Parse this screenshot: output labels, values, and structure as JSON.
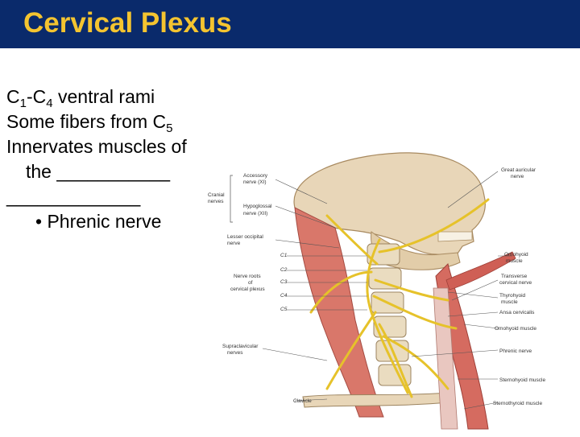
{
  "slide": {
    "title": "Cervical Plexus",
    "accent_color": "#f4c430",
    "title_bar_color": "#0a2a6b"
  },
  "bullets": {
    "line1": {
      "c_a": "C",
      "sub_a": "1",
      "dash": "-C",
      "sub_b": "4",
      "rest": " ventral rami"
    },
    "line2": {
      "text": "Some fibers from C",
      "sub": "5"
    },
    "line3": {
      "text": "Innervates muscles of"
    },
    "line4": {
      "text": "the ___________"
    },
    "line5": {
      "text": "_____________"
    },
    "line6": {
      "bullet": "•",
      "text": "Phrenic nerve"
    }
  },
  "figure": {
    "labels_left": {
      "accessory": "Accessory",
      "accessory2": "nerve (XI)",
      "cranial": "Cranial",
      "cranial2": "nerves",
      "hypoglossal": "Hypoglossal",
      "hypoglossal2": "nerve (XII)",
      "lesser_occipital": "Lesser occipital",
      "lesser_occipital2": "nerve",
      "nerve_roots": "Nerve roots",
      "nerve_roots2": "of",
      "nerve_roots3": "cervical plexus",
      "supraclavicular": "Supraclavicular",
      "supraclavicular2": "nerves",
      "clavicle": "Clavicle"
    },
    "c_levels": [
      "C1",
      "C2",
      "C3",
      "C4",
      "C5"
    ],
    "labels_right": {
      "great_auricular": "Great auricular",
      "great_auricular2": "nerve",
      "omohyoid": "Omohyoid",
      "omohyoid2": "muscle",
      "transverse": "Transverse",
      "transverse2": "cervical nerve",
      "thyrohyoid": "Thyrohyoid",
      "thyrohyoid2": "muscle",
      "ansa": "Ansa cervicalis",
      "omohyoid_lower": "Omohyoid muscle",
      "phrenic": "Phrenic nerve",
      "sternohyoid": "Sternohyoid muscle",
      "sternothyroid": "Sternothyroid muscle"
    }
  }
}
